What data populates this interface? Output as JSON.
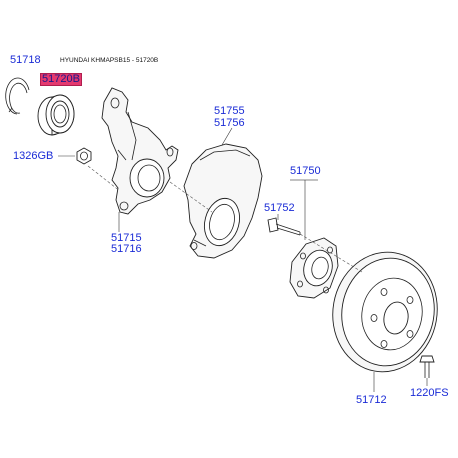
{
  "caption": "HYUNDAI KHMAPSB15 - 51720B",
  "labels": {
    "p51718": "51718",
    "p51720b": "51720B",
    "p1326gb": "1326GB",
    "p51755": "51755",
    "p51756": "51756",
    "p51750": "51750",
    "p51752": "51752",
    "p51715": "51715",
    "p51716": "51716",
    "p51712": "51712",
    "p1220fs": "1220FS"
  },
  "highlight_color": "#e4396f",
  "label_color": "#1a2bd6"
}
